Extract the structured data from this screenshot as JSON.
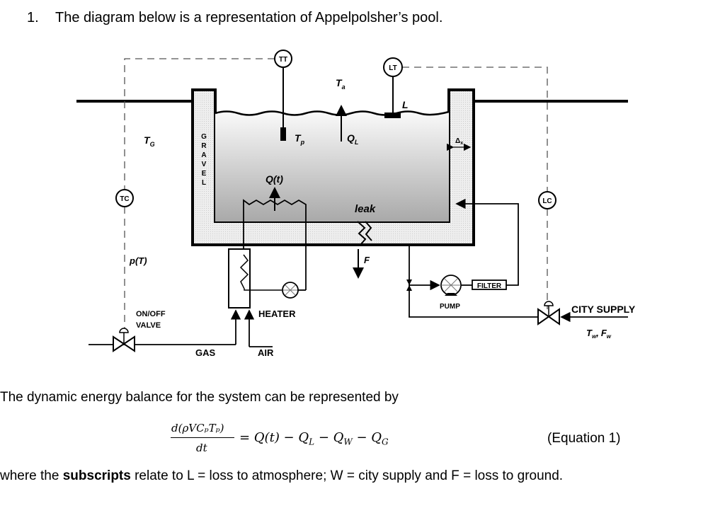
{
  "question": {
    "number": "1.",
    "text": "The diagram below is a representation of Appelpolsher’s pool."
  },
  "diagram": {
    "tt": "TT",
    "lt": "LT",
    "tc": "TC",
    "lc": "LC",
    "ta": "T",
    "ta_sub": "a",
    "tp": "T",
    "tp_sub": "p",
    "tg": "T",
    "tg_sub": "G",
    "ql": "Q",
    "ql_sub": "L",
    "level": "L",
    "dx": "Δ",
    "dx_sub": "x",
    "gravel": [
      "G",
      "R",
      "A",
      "V",
      "E",
      "L"
    ],
    "qt": "Q(t)",
    "leak": "leak",
    "f": "F",
    "pt": "p(T)",
    "onoff1": "ON/OFF",
    "onoff2": "VALVE",
    "heater": "HEATER",
    "gas": "GAS",
    "air": "AIR",
    "pump": "PUMP",
    "filter": "FILTER",
    "city": "CITY SUPPLY",
    "tw": "T",
    "tw_sub": "w",
    "comma": ",",
    "fw": "F",
    "fw_sub": "w"
  },
  "intro": "The dynamic energy balance for the system can be represented by",
  "equation": {
    "numerator": "d(ρVCₚTₚ)",
    "denominator": "dt",
    "rhs": "=  Q(t) − Q",
    "ql_sub": "L",
    "minus1": " −  Q",
    "qw_sub": "W",
    "minus2": " −  Q",
    "qg_sub": "G",
    "label": "(Equation 1)"
  },
  "footer": {
    "pre": "where the ",
    "bold": "subscripts",
    "rest": " relate to L = loss to atmosphere; W = city supply and F = loss to ground."
  }
}
